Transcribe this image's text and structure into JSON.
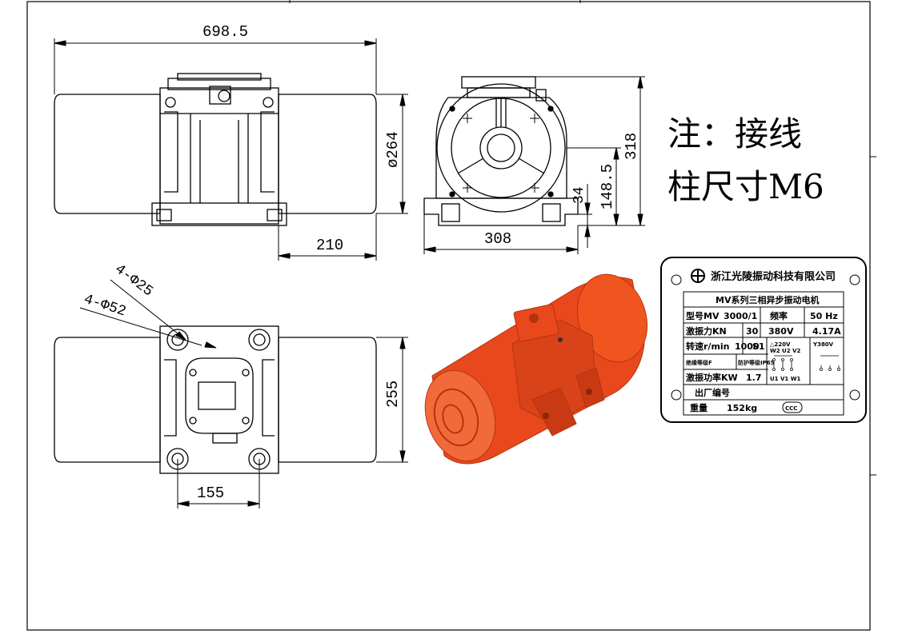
{
  "dimensions": {
    "overall_length": "698.5",
    "body_diameter": "ø264",
    "overall_height": "318",
    "center_height": "148.5",
    "foot_height": "34",
    "end_offset": "210",
    "base_width": "308",
    "foot_span_depth": "255",
    "foot_span_length": "155",
    "small_holes": "4-Φ25",
    "large_holes": "4-Φ52"
  },
  "note": {
    "line1": "注：接线",
    "line2": "柱尺寸M6"
  },
  "nameplate": {
    "company": "浙江光陵振动科技有限公司",
    "series": "MV系列三相异步振动电机",
    "model_label": "型号MV",
    "model_value": "3000/1",
    "freq_label": "频率",
    "freq_value": "50 Hz",
    "force_label": "激振力KN",
    "force_value": "30",
    "voltage": "380V",
    "current": "4.17A",
    "speed_label": "转速r/min",
    "speed_value": "1000",
    "duty": "S1",
    "delta": "△220V",
    "star": "Y380V",
    "terms_top": "W2 U2 V2",
    "terms_bottom": "U1 V1 W1",
    "insulation": "绝缘等级F",
    "protection": "防护等级IP65",
    "power_label": "激振功率KW",
    "power_value": "1.7",
    "serial_label": "出厂编号",
    "weight_label": "重量",
    "weight_value": "152kg",
    "cert_mark": "CCC"
  },
  "colors": {
    "line": "#000000",
    "motor": "#e8481c",
    "motor_dark": "#b53410",
    "motor_light": "#f47a4e"
  }
}
